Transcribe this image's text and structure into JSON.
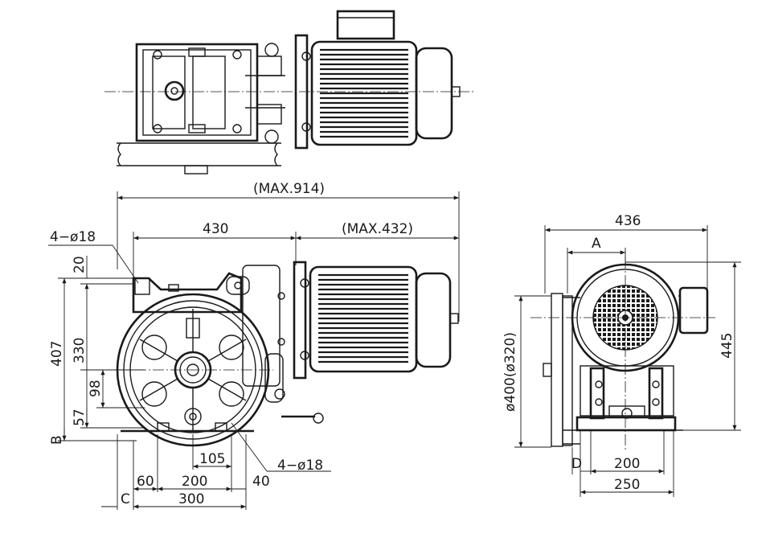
{
  "labels": {
    "max_total": "(MAX.914)",
    "max_motor": "(MAX.432)",
    "length_430": "430",
    "holes_top": "4−ø18",
    "holes_bottom": "4−ø18",
    "d20": "20",
    "d407": "407",
    "d330": "330",
    "d98": "98",
    "d57": "57",
    "B": "B",
    "d105": "105",
    "d60": "60",
    "d200_front": "200",
    "d40": "40",
    "C": "C",
    "d300": "300",
    "w436": "436",
    "A": "A",
    "h445": "445",
    "dia": "ø400(ø320)",
    "D": "D",
    "d200_side": "200",
    "d250": "250"
  }
}
